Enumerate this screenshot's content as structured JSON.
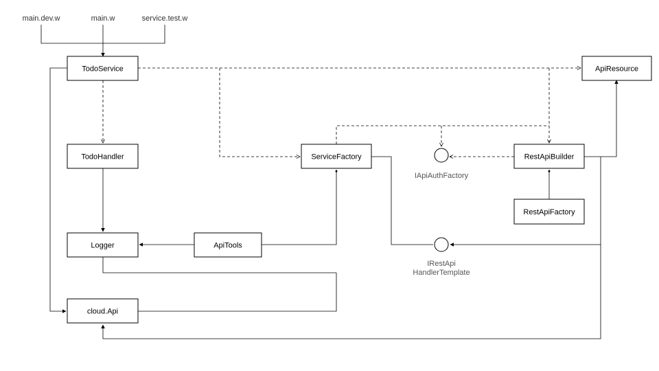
{
  "sources": {
    "main_dev": "main.dev.w",
    "main": "main.w",
    "service_test": "service.test.w"
  },
  "components": {
    "todo_service": "TodoService",
    "todo_handler": "TodoHandler",
    "logger": "Logger",
    "api_tools": "ApiTools",
    "cloud_api": "cloud.Api",
    "service_factory": "ServiceFactory",
    "rest_api_builder": "RestApiBuilder",
    "rest_api_factory": "RestApiFactory",
    "api_resource": "ApiResource"
  },
  "interfaces": {
    "api_auth_factory": "IApiAuthFactory",
    "rest_api_handler_template": [
      "IRestApi",
      "HandlerTemplate"
    ]
  },
  "colors": {
    "stroke": "#000000",
    "box_fill": "#ffffff",
    "interface_label": "#555555"
  }
}
